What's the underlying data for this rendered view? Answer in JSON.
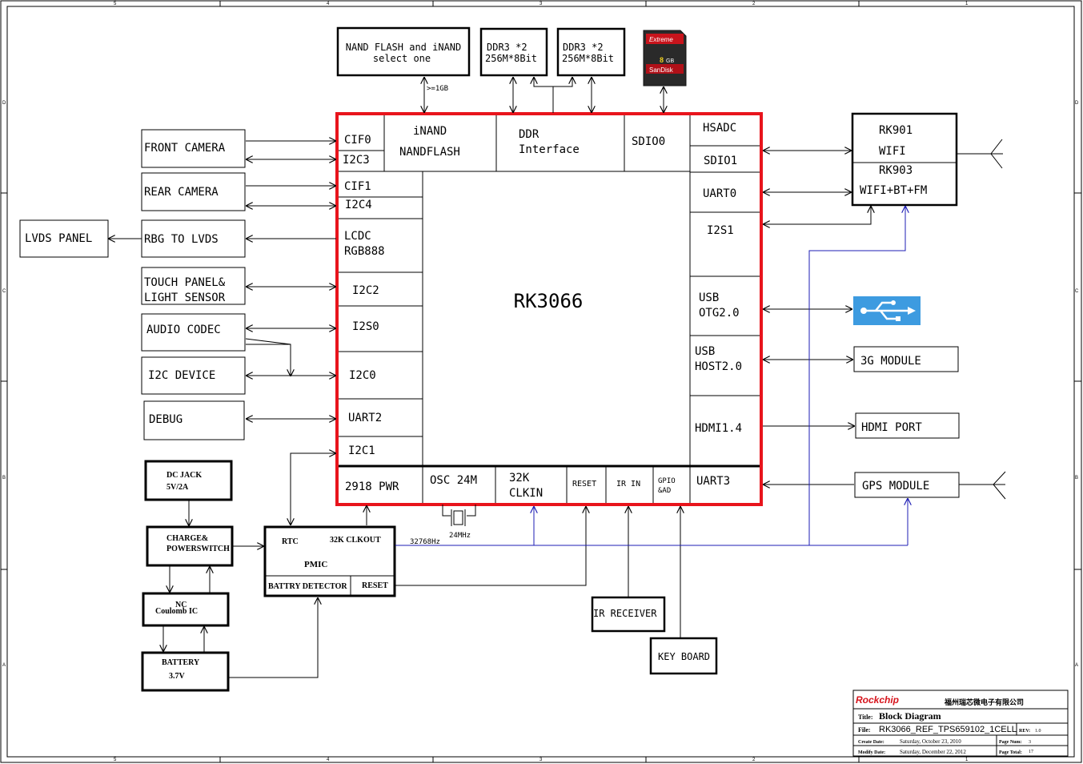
{
  "border_marks": {
    "top": [
      "5",
      "4",
      "3",
      "2",
      "1"
    ],
    "bottom": [
      "5",
      "4",
      "3",
      "2",
      "1"
    ],
    "left": [
      "D",
      "C",
      "B",
      "A"
    ],
    "right": [
      "D",
      "C",
      "B",
      "A"
    ]
  },
  "memory": {
    "nand_line1": "NAND FLASH and iNAND",
    "nand_line2": "select one",
    "nand_size": ">=1GB",
    "ddr_a_line1": "DDR3 *2",
    "ddr_a_line2": "256M*8Bit",
    "ddr_b_line1": "DDR3 *2",
    "ddr_b_line2": "256M*8Bit"
  },
  "sd_card": {
    "top": "Extreme",
    "capacity": "8",
    "capacity_unit": "GB",
    "brand": "SanDisk"
  },
  "soc": {
    "name": "RK3066",
    "cif0": "CIF0",
    "i2c3": "I2C3",
    "inand": "iNAND",
    "nandflash": "NANDFLASH",
    "ddr": "DDR",
    "interface": "Interface",
    "sdio0": "SDIO0",
    "hsadc": "HSADC",
    "sdio1": "SDIO1",
    "cif1": "CIF1",
    "i2c4": "I2C4",
    "lcdc": "LCDC",
    "rgb888": "RGB888",
    "i2c2": "I2C2",
    "i2s0": "I2S0",
    "i2c0": "I2C0",
    "uart2": "UART2",
    "i2c1": "I2C1",
    "uart0": "UART0",
    "i2s1": "I2S1",
    "usb_otg_1": "USB",
    "usb_otg_2": "OTG2.0",
    "usb_host_1": "USB",
    "usb_host_2": "HOST2.0",
    "hdmi": "HDMI1.4",
    "pwr": "2918 PWR",
    "osc": "OSC 24M",
    "clkin_1": "32K",
    "clkin_2": "CLKIN",
    "reset": "RESET",
    "ir_in": "IR IN",
    "gpio_1": "GPIO",
    "gpio_2": "&AD",
    "uart3": "UART3"
  },
  "left_blocks": {
    "front_camera": "FRONT CAMERA",
    "rear_camera": "REAR CAMERA",
    "rgb_to_lvds": "RBG TO LVDS",
    "lvds_panel": "LVDS PANEL",
    "touch_1": "TOUCH PANEL&",
    "touch_2": "LIGHT SENSOR",
    "audio_codec": "AUDIO CODEC",
    "i2c_device": "I2C DEVICE",
    "debug": "DEBUG"
  },
  "power": {
    "dc_jack_1": "DC JACK",
    "dc_jack_2": "5V/2A",
    "charge_1": "CHARGE&",
    "charge_2": "POWERSWITCH",
    "nc_1": "NC",
    "nc_2": "Coulomb   IC",
    "battery_1": "BATTERY",
    "battery_2": "3.7V",
    "pmic_rtc": "RTC",
    "pmic_clkout": "32K CLKOUT",
    "pmic_name": "PMIC",
    "pmic_det": "BATTRY DETECTOR",
    "pmic_reset": "RESET",
    "freq_32k": "32768Hz",
    "freq_24m": "24MHz"
  },
  "bottom_blocks": {
    "ir_receiver": "IR RECEIVER",
    "key_board": "KEY BOARD"
  },
  "right_blocks": {
    "wifi_1": "RK901",
    "wifi_2": "WIFI",
    "wifi_3": "RK903",
    "wifi_4": "WIFI+BT+FM",
    "module_3g": "3G MODULE",
    "hdmi_port": "HDMI PORT",
    "gps_module": "GPS MODULE"
  },
  "title_block": {
    "logo": "Rockchip",
    "company": "福州瑞芯微电子有限公司",
    "title_label": "Title:",
    "title": "Block Diagram",
    "file_label": "File:",
    "file": "RK3066_REF_TPS659102_1CELL",
    "rev_label": "REV:",
    "rev": "1.0",
    "create_label": "Create Date:",
    "create_date": "Saturday, October 23, 2010",
    "modify_label": "Modify Date:",
    "modify_date": "Saturday, December 22, 2012",
    "page_num_label": "Page Num:",
    "page_num": "3",
    "page_total_label": "Page Total:",
    "page_total": "17"
  },
  "colors": {
    "soc_border": "#e8141c",
    "line": "#000000",
    "signal_blue": "#1c1cb4",
    "usb_blue": "#3d9be0",
    "logo_red": "#d6141c"
  }
}
